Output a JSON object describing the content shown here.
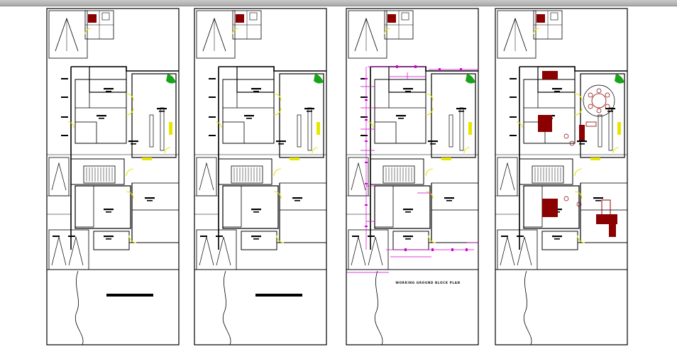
{
  "drawing": {
    "sheet_count": 4,
    "sheets": [
      {
        "id": "sheet-1",
        "variant": "furniture-less layout",
        "has_title_bar": true
      },
      {
        "id": "sheet-2",
        "variant": "furniture-less layout",
        "has_title_bar": true
      },
      {
        "id": "sheet-3",
        "variant": "working dimensions",
        "has_title_bar": false
      },
      {
        "id": "sheet-4",
        "variant": "furnished layout",
        "has_title_bar": false
      }
    ],
    "caption": "WORKING GROUND BLOCK PLAN"
  },
  "colors": {
    "background": "#ffffff",
    "wall": "#000000",
    "door": "#e6e600",
    "dimension": "#d400d4",
    "furniture": "#8b0000",
    "planting": "#1aa31a",
    "toolbar": "#b8b8b8"
  },
  "icons": [
    "stair-icon",
    "tree-icon",
    "bed-icon",
    "sofa-icon",
    "dining-table-icon"
  ]
}
